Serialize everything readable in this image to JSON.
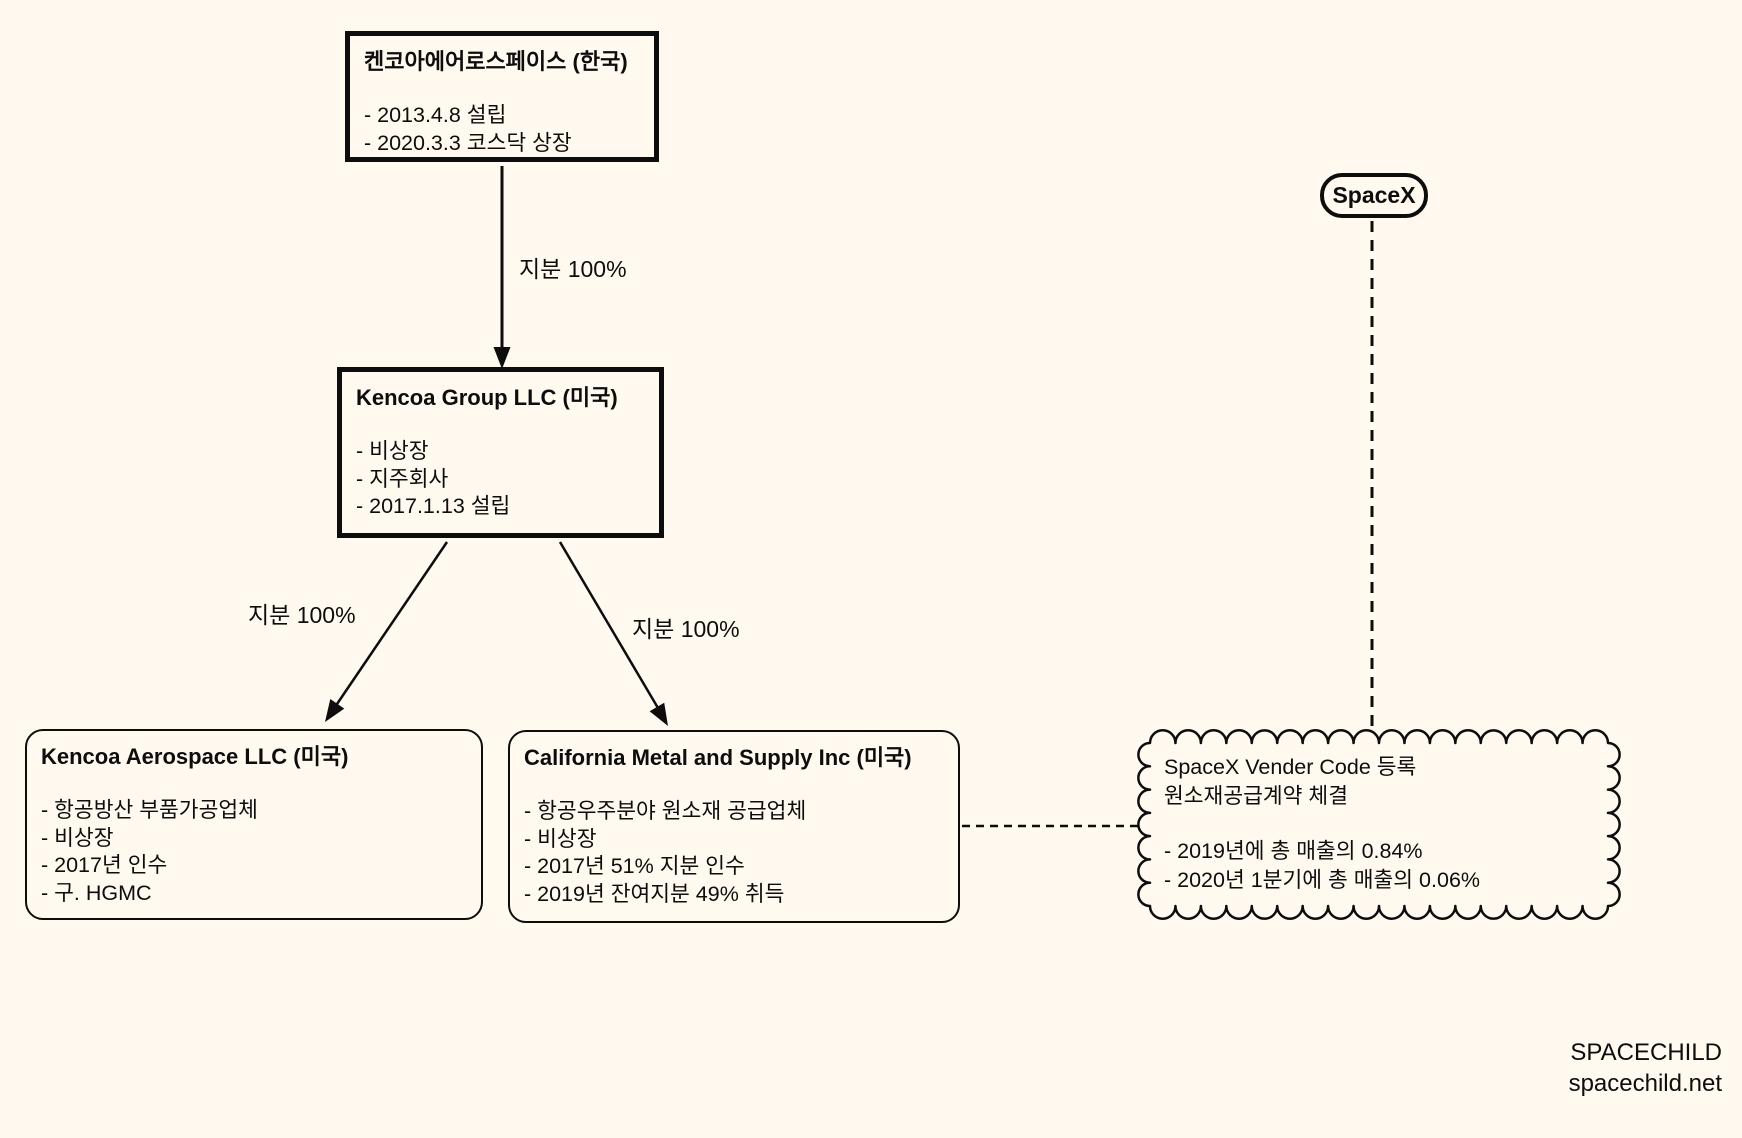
{
  "page": {
    "background": "#FFF9EF",
    "ink": "#0d0d0d"
  },
  "nodes": {
    "kencoa_kr": {
      "title": "켄코아에어로스페이스 (한국)",
      "items": [
        "- 2013.4.8 설립",
        "- 2020.3.3 코스닥 상장"
      ]
    },
    "kencoa_group": {
      "title": "Kencoa Group LLC (미국)",
      "items": [
        "- 비상장",
        "- 지주회사",
        "- 2017.1.13 설립"
      ]
    },
    "kencoa_aero": {
      "title": "Kencoa Aerospace LLC (미국)",
      "items": [
        "- 항공방산 부품가공업체",
        "- 비상장",
        "- 2017년 인수",
        "- 구. HGMC"
      ]
    },
    "california_metal": {
      "title": "California Metal and Supply Inc (미국)",
      "items": [
        "- 항공우주분야 원소재 공급업체",
        "- 비상장",
        "- 2017년 51% 지분 인수",
        "- 2019년 잔여지분 49% 취득"
      ]
    },
    "spacex": {
      "label": "SpaceX"
    },
    "spacex_note": {
      "lines": [
        "SpaceX Vender Code 등록",
        "원소재공급계약 체결"
      ],
      "items": [
        "- 2019년에 총 매출의 0.84%",
        "- 2020년 1분기에 총 매출의 0.06%"
      ]
    }
  },
  "edges": {
    "kr_to_group": "지분 100%",
    "group_to_aero": "지분 100%",
    "group_to_cal": "지분 100%"
  },
  "footer": {
    "brand": "SPACECHILD",
    "url": "spacechild.net"
  }
}
